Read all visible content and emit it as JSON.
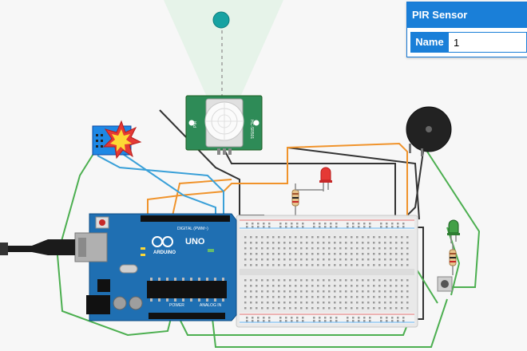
{
  "inspector": {
    "title": "PIR Sensor",
    "name_label": "Name",
    "name_value": "1"
  },
  "components": {
    "arduino": {
      "brand": "ARDUINO",
      "model": "UNO",
      "digital_label": "DIGITAL (PWM~)",
      "power_label": "POWER",
      "analog_label": "ANALOG IN"
    },
    "pir_sensor": {
      "kind": "PIR motion sensor"
    },
    "esp_module": {
      "kind": "ESP Wi-Fi module (damaged)"
    },
    "buzzer": {
      "kind": "piezo buzzer"
    },
    "led_red": {
      "color": "#e53935"
    },
    "led_green": {
      "color": "#43a047"
    },
    "pushbutton": {
      "kind": "pushbutton"
    },
    "breadboard": {
      "kind": "breadboard"
    }
  },
  "colors": {
    "wire_orange": "#f0932b",
    "wire_green": "#4caf50",
    "wire_blue": "#3aa0d8",
    "wire_black": "#333333",
    "arduino_blue": "#1f6fb2",
    "pir_board": "#2e8b57",
    "accent": "#1a7fd8"
  }
}
